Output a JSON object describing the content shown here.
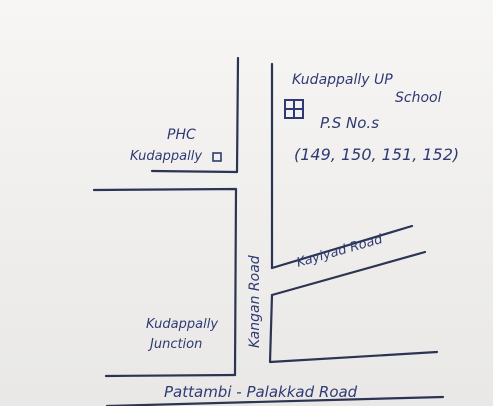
{
  "map": {
    "labels": {
      "school_name": "Kudappally UP",
      "school_word": "School",
      "ps_label": "P.S No.s",
      "ps_numbers": "(149, 150, 151, 152)",
      "phc": "PHC",
      "phc_place": "Kudappally",
      "junction_place": "Kudappally",
      "junction_word": "Junction",
      "vertical_road": "Kangan Road",
      "diagonal_road": "Kayiyad Road",
      "bottom_road": "Pattambi - Palakkad Road"
    },
    "icons": {
      "school": "school-grid-icon",
      "phc": "small-square-icon"
    },
    "colors": {
      "ink": "#2f3a74",
      "road": "#2b3553",
      "paper": "#f1f0ee"
    }
  }
}
